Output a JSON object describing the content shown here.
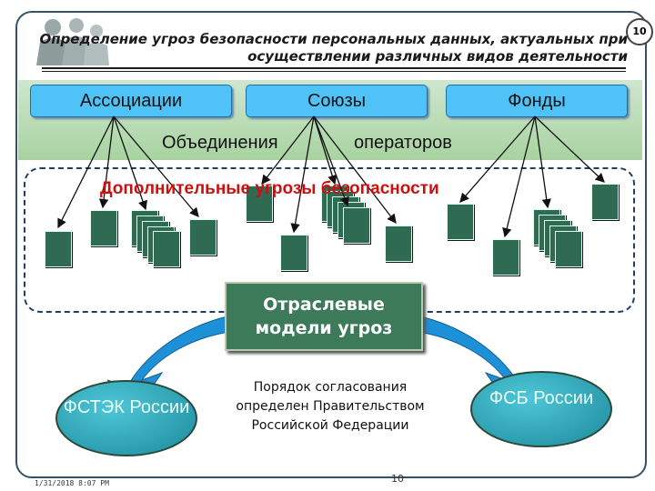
{
  "slide_number_badge": "10",
  "title": "Определение угроз безопасности персональных данных, актуальных при осуществлении различных видов деятельности",
  "orgs": [
    "Ассоциации",
    "Союзы",
    "Фонды"
  ],
  "band_label_left": "Объединения",
  "band_label_right": "операторов",
  "threat_title": "Дополнительные угрозы безопасности",
  "branch_models": "Отраслевые модели угроз",
  "left_org": "ФСТЭК России",
  "right_org": "ФСБ России",
  "approval_note": "Порядок согласования определен Правительством Российской Федерации",
  "footer_date": "1/31/2018 8:07 PM",
  "footer_page": "10",
  "colors": {
    "org_box": "#4fc3f7",
    "threat_box": "#2f6a52",
    "threat_title": "#cc1010",
    "arrow_fill": "#1e90d8"
  }
}
